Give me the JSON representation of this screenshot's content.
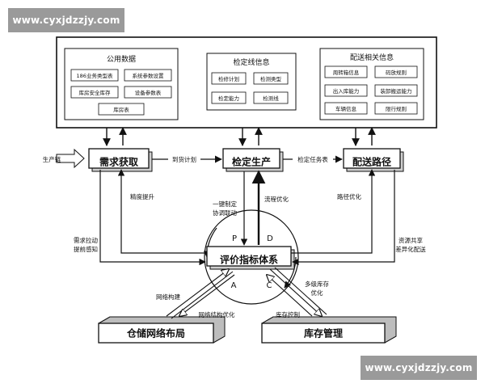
{
  "watermark": {
    "text": "www.cyxjdzzjy.com"
  },
  "top_panel": {
    "public_data": {
      "title": "公用数据",
      "items": [
        "186业务类型表",
        "系统参数设置",
        "库房安全库存",
        "设备参数表",
        "库房表"
      ]
    },
    "inspection_line": {
      "title": "检定线信息",
      "items": [
        "检修计划",
        "检测类型",
        "检定能力",
        "检测线"
      ]
    },
    "delivery": {
      "title": "配送相关信息",
      "items": [
        "周转箱信息",
        "码放规则",
        "出入库能力",
        "装卸搬运能力",
        "车辆信息",
        "限行规则"
      ]
    }
  },
  "process": {
    "production_chain": "生产链",
    "demand": "需求获取",
    "inspection": "检定生产",
    "delivery_route": "配送路径",
    "to_plan": "到货计划",
    "inspection_task": "检定任务表"
  },
  "center": {
    "evaluation": "评价指标体系",
    "p": "P",
    "d": "D",
    "a": "A",
    "c": "C",
    "precision": "精度提升",
    "one_key": "一键制定",
    "coordination": "协调联动",
    "flow_opt": "流程优化",
    "route_opt": "路径优化",
    "demand_pull": "需求拉动",
    "forward_sense": "提前感知",
    "resource_share": "资源共享",
    "diff_delivery": "差异化配送",
    "network_build": "网络构建",
    "network_opt": "网络结构优化",
    "multi_inventory": "多级库存",
    "optimize": "优化",
    "inventory_control": "库存控制"
  },
  "bottom": {
    "warehouse_network": "仓储网络布局",
    "inventory_mgmt": "库存管理"
  }
}
